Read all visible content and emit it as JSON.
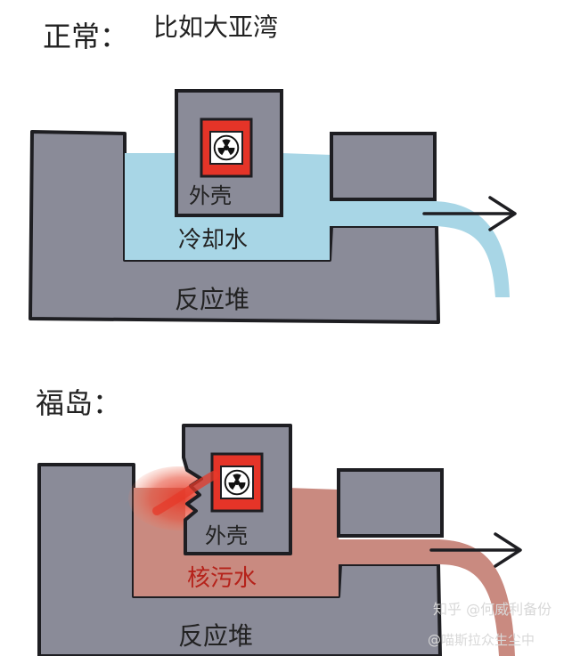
{
  "top": {
    "heading": "正常：",
    "example": "比如大亚湾",
    "shell_label": "外壳",
    "water_label": "冷却水",
    "reactor_label": "反应堆"
  },
  "bottom": {
    "heading": "福岛：",
    "shell_label": "外壳",
    "water_label": "核污水",
    "reactor_label": "反应堆"
  },
  "watermark": {
    "line1": "知乎 @何威利备份",
    "line2": "@喵斯拉众生尘中"
  },
  "colors": {
    "paper": "#ffffff",
    "reactor_gray": "#8a8b98",
    "outline": "#1e1e22",
    "cooling_water": "#a8d6e6",
    "contaminated_water": "#c98a80",
    "leak_red": "#e63a2a",
    "radiation_box": "#e53428",
    "radiation_symbol": "#111111"
  },
  "icons": [
    "radiation-icon",
    "arrow-right-icon"
  ]
}
